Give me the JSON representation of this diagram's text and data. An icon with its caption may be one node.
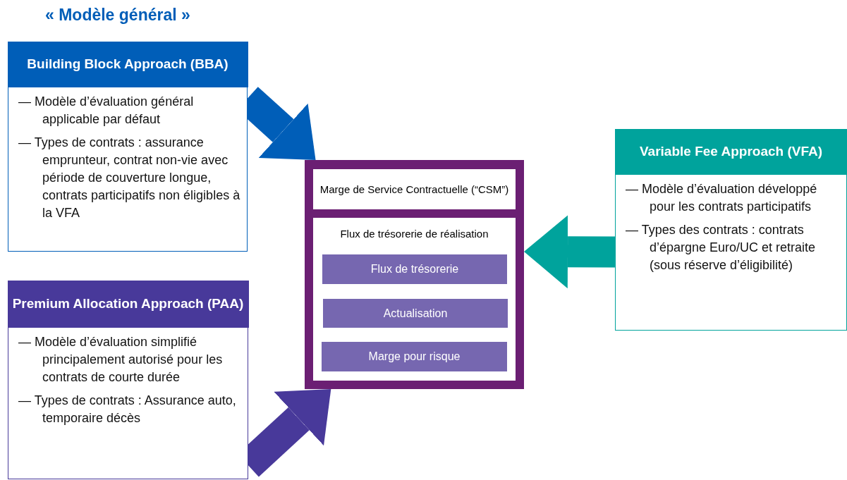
{
  "diagram": {
    "title": "« Modèle général »",
    "nodes": [
      {
        "text": [
          "Building Block Approach (BBA)",
          "— Modèle d’évaluation général applicable par défaut",
          "— Types de contrats : assurance emprunteur, contrat non-vie avec période de couverture longue, contrats participatifs non éligibles à la VFA"
        ]
      },
      {
        "text": [
          "Premium Allocation Approach (PAA)",
          "— Modèle d’évaluation simplifié principalement autorisé pour les contrats de courte durée",
          "— Types de contrats : Assurance auto, temporaire décès"
        ]
      },
      {
        "text": [
          "Variable Fee Approach (VFA)",
          "— Modèle d’évaluation développé pour les contrats participatifs",
          "— Types des contrats : contrats d’épargne Euro/UC et retraite (sous réserve d’éligibilité)"
        ]
      },
      {
        "text": [],
        "shape": "box"
      },
      {
        "text": [
          "Marge de Service Contractuelle (“CSM”)"
        ],
        "in": 3
      },
      {
        "text": [
          "Flux de trésorerie de réalisation"
        ],
        "in": 3
      },
      {
        "text": [
          "Flux de trésorerie"
        ],
        "in": 5
      },
      {
        "text": [
          "Actualisation"
        ],
        "in": 5
      },
      {
        "text": [
          "Marge pour risque"
        ],
        "in": 5
      }
    ],
    "edges": [
      {
        "from": 0,
        "to": 3,
        "arrow": "to",
        "color": "#005eb8"
      },
      {
        "from": 1,
        "to": 3,
        "arrow": "to",
        "color": "#48399a"
      },
      {
        "from": 2,
        "to": 3,
        "arrow": "to",
        "color": "#00a39c"
      }
    ]
  }
}
